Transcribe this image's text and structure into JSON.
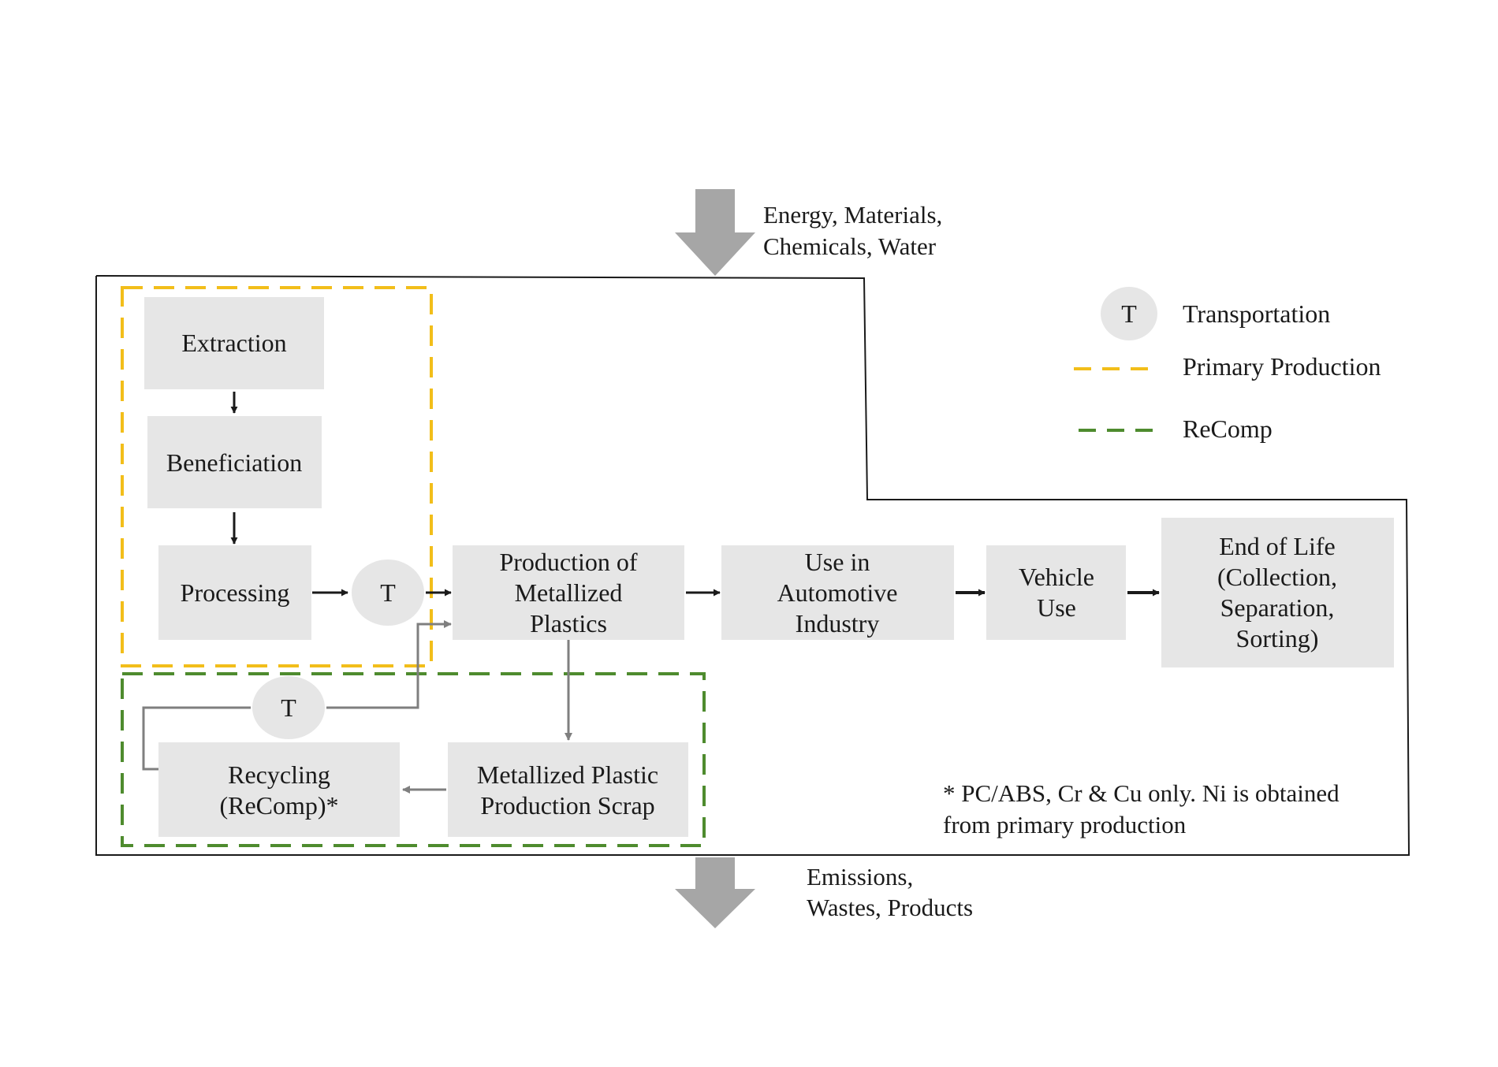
{
  "inputs": {
    "line1": "Energy, Materials,",
    "line2": "Chemicals, Water"
  },
  "outputs": {
    "line1": "Emissions,",
    "line2": "Wastes, Products"
  },
  "nodes": {
    "extraction": "Extraction",
    "beneficiation": "Beneficiation",
    "processing": "Processing",
    "transport_primary": "T",
    "production": [
      "Production of",
      "Metallized",
      "Plastics"
    ],
    "use_industry": [
      "Use in",
      "Automotive",
      "Industry"
    ],
    "vehicle_use": [
      "Vehicle",
      "Use"
    ],
    "end_of_life": [
      "End of Life",
      "(Collection,",
      "Separation,",
      "Sorting)"
    ],
    "transport_recycle": "T",
    "recycling": [
      "Recycling",
      "(ReComp)*"
    ],
    "scrap": [
      "Metallized Plastic",
      "Production Scrap"
    ]
  },
  "legend": {
    "transport_symbol": "T",
    "transport_label": "Transportation",
    "primary_label": "Primary Production",
    "recomp_label": "ReComp"
  },
  "footnote": {
    "line1": "* PC/ABS, Cr & Cu only. Ni is obtained",
    "line2": "from primary production"
  },
  "colors": {
    "box_fill": "#e6e6e6",
    "primary_dash": "#f2be1a",
    "recomp_dash": "#4e8b2e",
    "big_arrow": "#a6a6a6",
    "flow_arrow": "#1a1a1a",
    "recycle_arrow": "#7f7f7f"
  }
}
